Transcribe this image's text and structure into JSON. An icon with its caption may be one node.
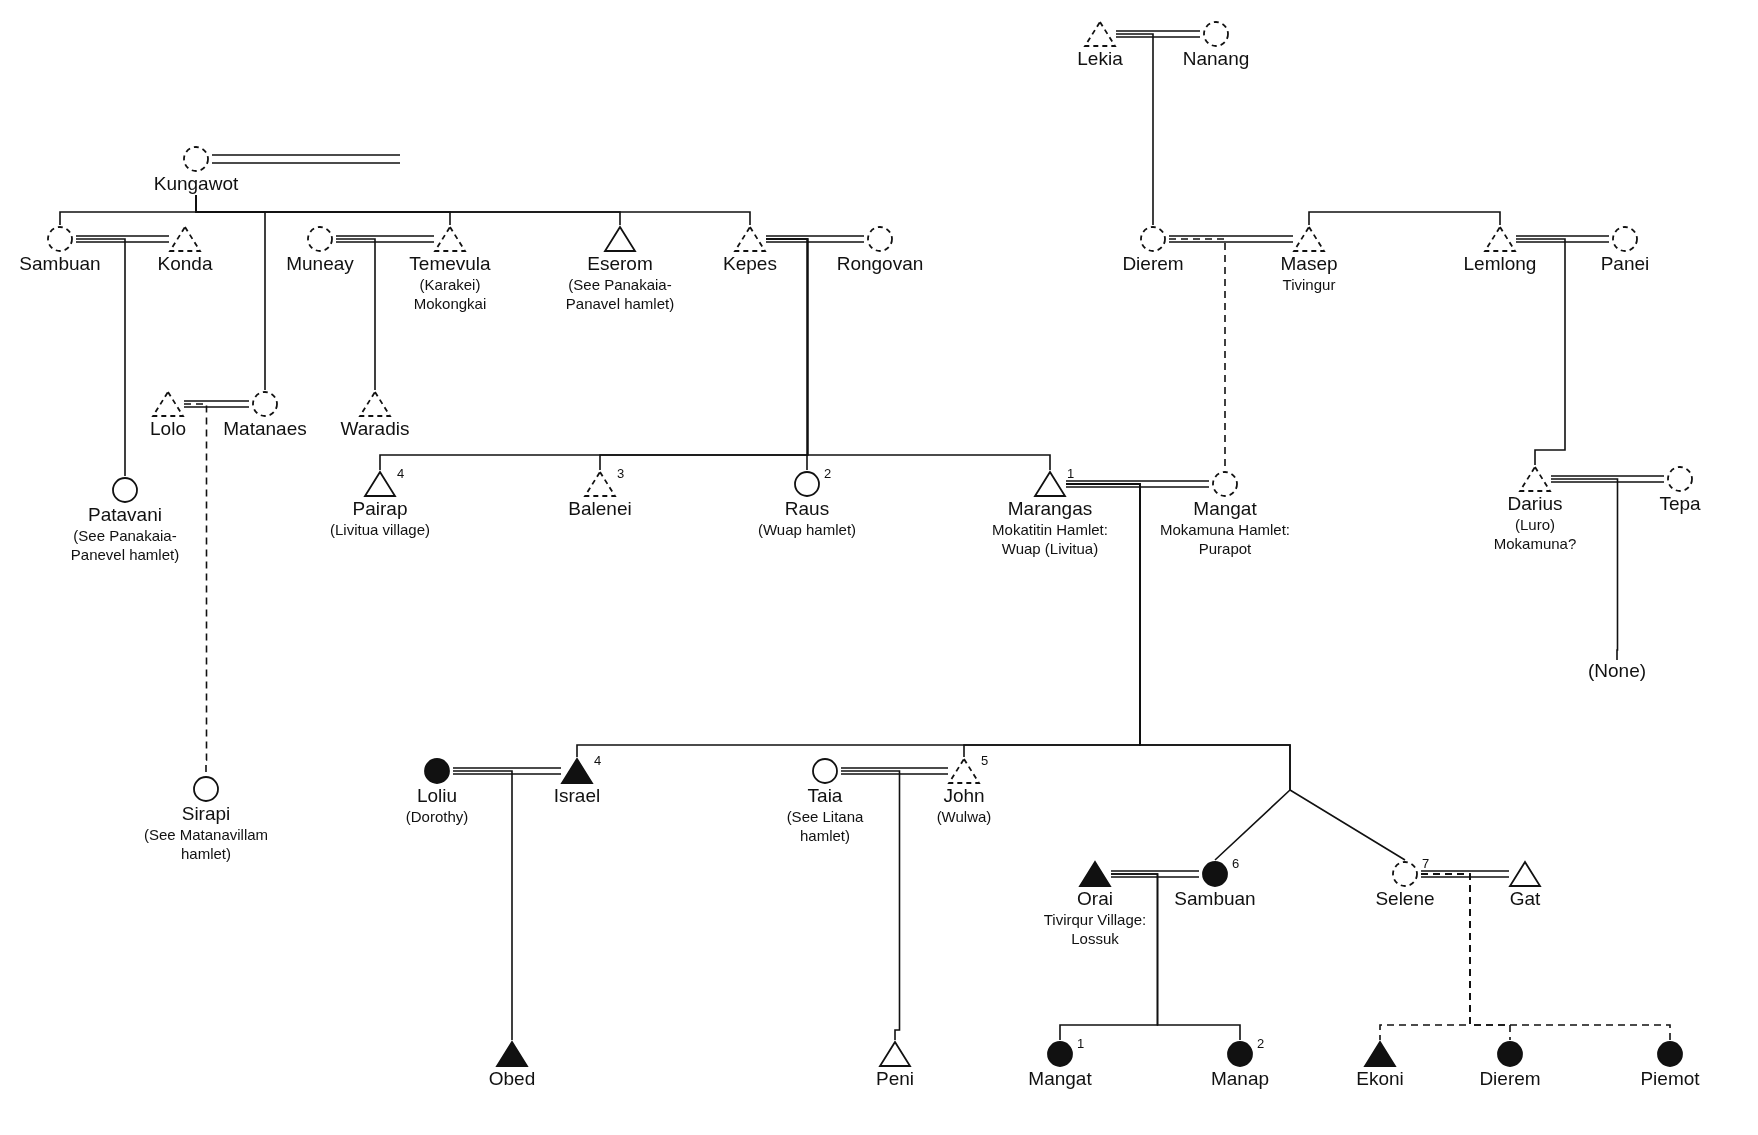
{
  "diagram": {
    "nodes": [
      {
        "text": [
          "Lekia"
        ]
      },
      {
        "text": [
          "Nanang"
        ]
      },
      {
        "text": [
          "Kungawot"
        ]
      },
      {
        "text": [
          "Sambuan"
        ]
      },
      {
        "text": [
          "Konda"
        ]
      },
      {
        "text": [
          "Muneay"
        ]
      },
      {
        "text": [
          "Temevula",
          "(Karakei) Mokongkai"
        ]
      },
      {
        "text": [
          "Eserom",
          "(See Panakaia-Panavel hamlet)"
        ]
      },
      {
        "text": [
          "Kepes"
        ]
      },
      {
        "text": [
          "Rongovan"
        ]
      },
      {
        "text": [
          "Dierem"
        ]
      },
      {
        "text": [
          "Masep",
          "Tivingur"
        ]
      },
      {
        "text": [
          "Lemlong"
        ]
      },
      {
        "text": [
          "Panei"
        ]
      },
      {
        "text": [
          "Lolo"
        ]
      },
      {
        "text": [
          "Matanaes"
        ]
      },
      {
        "text": [
          "Waradis"
        ]
      },
      {
        "text": [
          "Patavani",
          "(See Panakaia-Panevel hamlet)"
        ]
      },
      {
        "text": [
          "Pairap",
          "(Livitua village)"
        ],
        "beside": [
          "4"
        ]
      },
      {
        "text": [
          "Balenei"
        ],
        "beside": [
          "3"
        ]
      },
      {
        "text": [
          "Raus",
          "(Wuap hamlet)"
        ],
        "beside": [
          "2"
        ]
      },
      {
        "text": [
          "Marangas",
          "Mokatitin Hamlet: Wuap (Livitua)"
        ],
        "beside": [
          "1"
        ]
      },
      {
        "text": [
          "Mangat",
          "Mokamuna Hamlet: Purapot"
        ]
      },
      {
        "text": [
          "Darius",
          "(Luro) Mokamuna?"
        ]
      },
      {
        "text": [
          "Tepa"
        ]
      },
      {
        "text": [
          "(None)"
        ]
      },
      {
        "text": [
          "Loliu",
          "(Dorothy)"
        ]
      },
      {
        "text": [
          "Israel"
        ],
        "beside": [
          "4"
        ]
      },
      {
        "text": [
          "Taia",
          "(See Litana hamlet)"
        ]
      },
      {
        "text": [
          "John",
          "(Wulwa)"
        ],
        "beside": [
          "5"
        ]
      },
      {
        "text": [
          "Sirapi",
          "(See Matanavillam hamlet)"
        ]
      },
      {
        "text": [
          "Orai",
          "Tivirqur Village: Lossuk"
        ]
      },
      {
        "text": [
          "Sambuan"
        ],
        "beside": [
          "6"
        ]
      },
      {
        "text": [
          "Selene"
        ],
        "beside": [
          "7"
        ]
      },
      {
        "text": [
          "Gat"
        ]
      },
      {
        "text": [
          "Obed"
        ]
      },
      {
        "text": [
          "Peni"
        ]
      },
      {
        "text": [
          "Mangat"
        ],
        "beside": [
          "1"
        ]
      },
      {
        "text": [
          "Manap"
        ],
        "beside": [
          "2"
        ]
      },
      {
        "text": [
          "Ekoni"
        ]
      },
      {
        "text": [
          "Dierem"
        ]
      },
      {
        "text": [
          "Piemot"
        ]
      }
    ],
    "edges": [
      {
        "from": 0,
        "to": 1,
        "arrow": "none"
      },
      {
        "from": 2,
        "to": null,
        "arrow": "none"
      },
      {
        "from": 2,
        "to": 3,
        "arrow": "none"
      },
      {
        "from": 2,
        "to": 15,
        "arrow": "none"
      },
      {
        "from": 2,
        "to": 6,
        "arrow": "none"
      },
      {
        "from": 2,
        "to": 7,
        "arrow": "none"
      },
      {
        "from": 2,
        "to": 8,
        "arrow": "none"
      },
      {
        "from": 3,
        "to": 4,
        "arrow": "none"
      },
      {
        "from": 3,
        "to": 17,
        "arrow": "none"
      },
      {
        "from": 5,
        "to": 6,
        "arrow": "none"
      },
      {
        "from": 5,
        "to": 16,
        "arrow": "none"
      },
      {
        "from": 8,
        "to": 9,
        "arrow": "none"
      },
      {
        "from": 8,
        "to": 18,
        "arrow": "none"
      },
      {
        "from": 8,
        "to": 19,
        "arrow": "none"
      },
      {
        "from": 8,
        "to": 20,
        "arrow": "none"
      },
      {
        "from": 8,
        "to": 21,
        "arrow": "none"
      },
      {
        "from": 0,
        "to": 10,
        "arrow": "none"
      },
      {
        "from": 10,
        "to": 11,
        "arrow": "none"
      },
      {
        "from": 11,
        "to": 12,
        "arrow": "none"
      },
      {
        "from": 12,
        "to": 13,
        "arrow": "none"
      },
      {
        "from": 10,
        "to": 22,
        "arrow": "none",
        "style": "dashed"
      },
      {
        "from": 12,
        "to": 23,
        "arrow": "none"
      },
      {
        "from": 14,
        "to": 15,
        "arrow": "none"
      },
      {
        "from": 14,
        "to": 30,
        "arrow": "none",
        "style": "dashed"
      },
      {
        "from": 21,
        "to": 22,
        "arrow": "none"
      },
      {
        "from": 21,
        "to": 27,
        "arrow": "none"
      },
      {
        "from": 21,
        "to": 29,
        "arrow": "none"
      },
      {
        "from": 21,
        "to": 32,
        "arrow": "none"
      },
      {
        "from": 21,
        "to": 33,
        "arrow": "none"
      },
      {
        "from": 23,
        "to": 24,
        "arrow": "none"
      },
      {
        "from": 23,
        "to": 25,
        "arrow": "none"
      },
      {
        "from": 26,
        "to": 27,
        "arrow": "none"
      },
      {
        "from": 26,
        "to": 35,
        "arrow": "none"
      },
      {
        "from": 28,
        "to": 29,
        "arrow": "none"
      },
      {
        "from": 28,
        "to": 36,
        "arrow": "none"
      },
      {
        "from": 31,
        "to": 32,
        "arrow": "none"
      },
      {
        "from": 31,
        "to": 37,
        "arrow": "none"
      },
      {
        "from": 31,
        "to": 38,
        "arrow": "none"
      },
      {
        "from": 33,
        "to": 34,
        "arrow": "none"
      },
      {
        "from": 33,
        "to": 39,
        "arrow": "none",
        "style": "dashed"
      },
      {
        "from": 33,
        "to": 40,
        "arrow": "none",
        "style": "dashed"
      },
      {
        "from": 33,
        "to": 41,
        "arrow": "none",
        "style": "dashed"
      }
    ]
  }
}
